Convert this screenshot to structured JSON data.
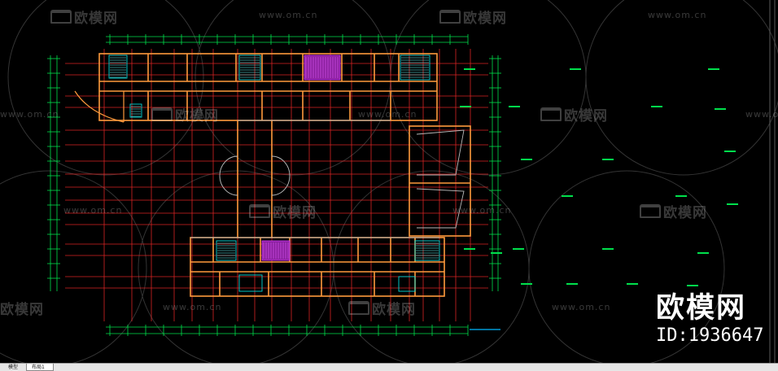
{
  "app": {
    "tabs": [
      {
        "label": "模型",
        "active": false
      },
      {
        "label": "布局1",
        "active": true
      }
    ]
  },
  "watermarks": {
    "brand_cn": "欧模网",
    "site_url": "www.om.cn"
  },
  "brand_overlay": {
    "name": "欧模网",
    "id_text": "ID:1936647"
  },
  "colors": {
    "background": "#000000",
    "axis_grid": "#ff2a2a",
    "walls": "#ff9a3c",
    "dimension": "#00e04c",
    "hatch": "#d83cff",
    "stairs": "#00d8d8",
    "frame": "#5a5a5a"
  }
}
